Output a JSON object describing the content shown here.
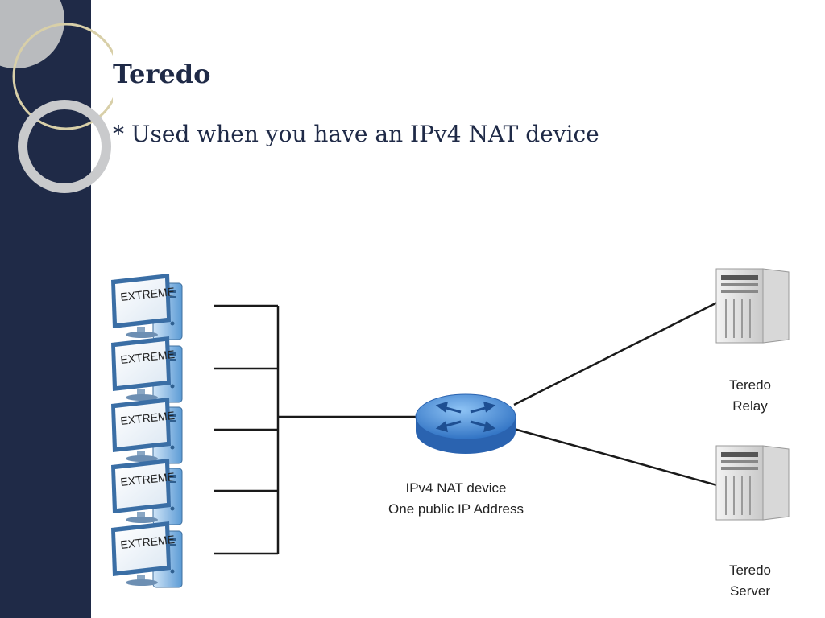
{
  "slide": {
    "title": "Teredo",
    "bullet": "* Used when you have an IPv4 NAT device"
  },
  "diagram": {
    "client_screen_text": "EXTREME",
    "client_count": 5,
    "router_label_line1": "IPv4 NAT device",
    "router_label_line2": "One public IP Address",
    "relay_label_line1": "Teredo",
    "relay_label_line2": "Relay",
    "server_label_line1": "Teredo",
    "server_label_line2": "Server"
  },
  "colors": {
    "sidebar": "#1f2a47",
    "title": "#1f2a47",
    "router": "#3a7fd0",
    "screen_text": "#d23a2a"
  },
  "icons": [
    "computer-icon",
    "router-icon",
    "server-icon"
  ]
}
